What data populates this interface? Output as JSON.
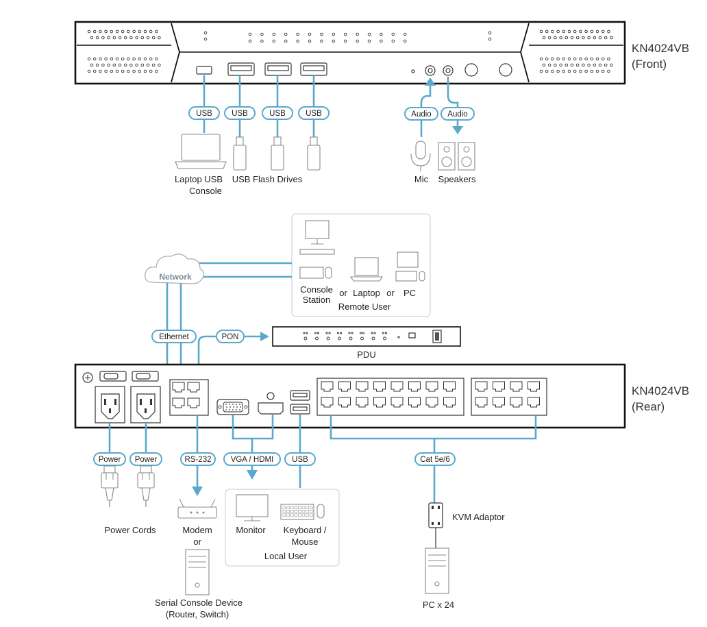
{
  "devices": {
    "front_title": "KN4024VB",
    "front_sub": "(Front)",
    "rear_title": "KN4024VB",
    "rear_sub": "(Rear)",
    "pdu": "PDU"
  },
  "cables": {
    "usb": "USB",
    "audio": "Audio",
    "network": "Network",
    "ethernet": "Ethernet",
    "pon": "PON",
    "power": "Power",
    "rs232": "RS-232",
    "vga_hdmi": "VGA / HDMI",
    "cat": "Cat 5e/6"
  },
  "labels": {
    "laptop_console_1": "Laptop USB",
    "laptop_console_2": "Console",
    "flash_drives": "USB Flash Drives",
    "mic": "Mic",
    "speakers": "Speakers",
    "console_station_1": "Console",
    "console_station_2": "Station",
    "or": "or",
    "laptop": "Laptop",
    "pc": "PC",
    "remote_user": "Remote User",
    "power_cords": "Power Cords",
    "modem": "Modem",
    "serial_device_1": "Serial Console Device",
    "serial_device_2": "(Router, Switch)",
    "monitor": "Monitor",
    "keyboard_mouse_1": "Keyboard /",
    "keyboard_mouse_2": "Mouse",
    "local_user": "Local User",
    "kvm_adaptor": "KVM Adaptor",
    "pc_x24": "PC x 24"
  }
}
